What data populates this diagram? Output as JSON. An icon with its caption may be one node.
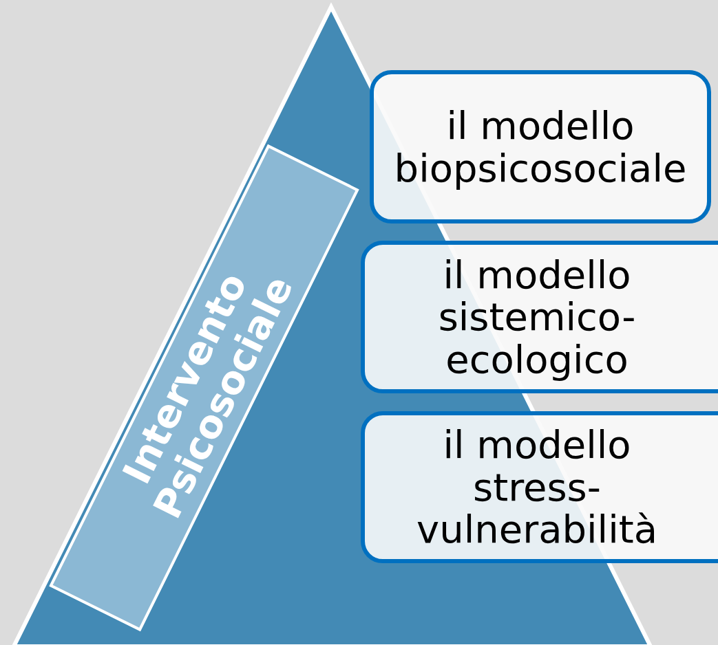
{
  "diagram": {
    "nodes": [
      {
        "text": [
          "Intervento Psicosociale"
        ]
      },
      {
        "text": [
          "il modello biopsicosociale"
        ]
      },
      {
        "text": [
          "il modello sistemico-ecologico"
        ]
      },
      {
        "text": [
          "il modello stress-vulnerabilità"
        ]
      }
    ]
  }
}
